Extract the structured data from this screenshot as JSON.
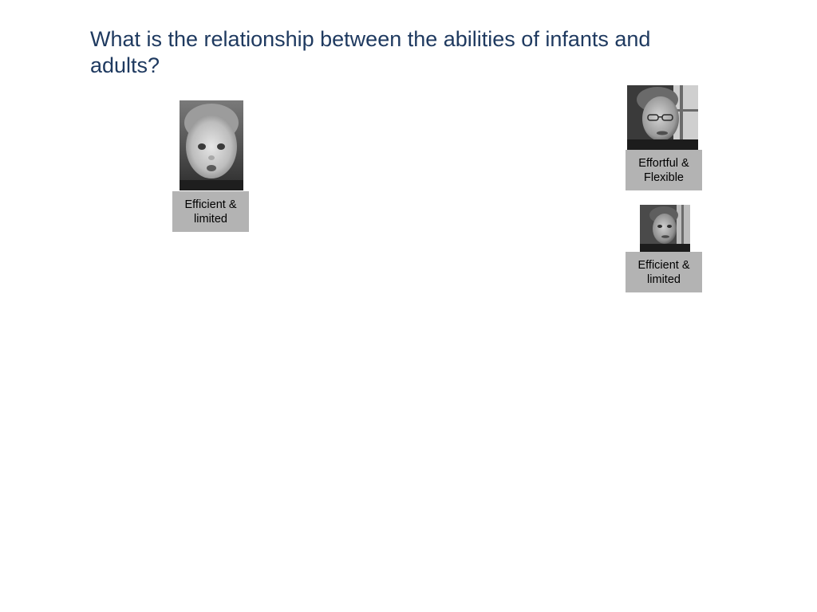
{
  "slide": {
    "title": "What is the relationship between the abilities of infants and adults?"
  },
  "infant": {
    "photo_icon": "infant-face-photo",
    "label_line1": "Efficient &",
    "label_line2": "limited"
  },
  "adult_upper": {
    "photo_icon": "adult-man-glasses-photo",
    "label_line1": "Effortful &",
    "label_line2": "Flexible"
  },
  "adult_lower": {
    "photo_icon": "adult-man-photo",
    "label_line1": "Efficient &",
    "label_line2": "limited"
  },
  "colors": {
    "title": "#1f3a60",
    "label_background": "#b3b3b3"
  }
}
